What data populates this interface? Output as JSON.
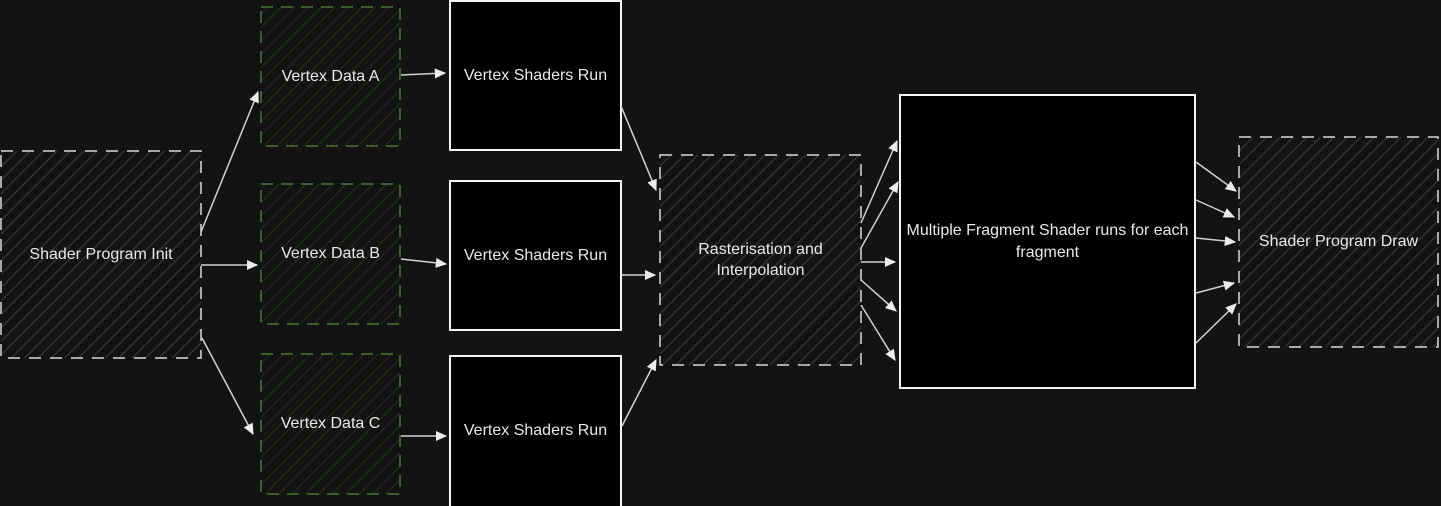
{
  "diagram": {
    "type": "flowchart",
    "background_color": "#131313",
    "text_color": "#e9e9e9",
    "colors": {
      "edge": "#d2d2d2",
      "dashed_border_light": "#d9d9d9",
      "dashed_border_green": "#487830",
      "hatch_light": "#3a3a3a",
      "hatch_green": "#1e3119",
      "solid_border": "#f5f5f5",
      "solid_fill": "#000000"
    },
    "nodes": {
      "shader_program_init": {
        "label": "Shader Program Init",
        "style": "dashed-hatched-light"
      },
      "vertex_data_a": {
        "label": "Vertex Data A",
        "style": "dashed-hatched-green"
      },
      "vertex_data_b": {
        "label": "Vertex Data B",
        "style": "dashed-hatched-green"
      },
      "vertex_data_c": {
        "label": "Vertex Data C",
        "style": "dashed-hatched-green"
      },
      "vertex_shaders_run_top": {
        "label": "Vertex Shaders Run",
        "style": "solid-black"
      },
      "vertex_shaders_run_middle": {
        "label": "Vertex Shaders Run",
        "style": "solid-black"
      },
      "vertex_shaders_run_bottom": {
        "label": "Vertex Shaders Run",
        "style": "solid-black"
      },
      "rasterisation": {
        "label": "Rasterisation and Interpolation",
        "style": "dashed-hatched-light"
      },
      "fragment_shader": {
        "label": "Multiple Fragment Shader runs for each fragment",
        "style": "solid-black"
      },
      "shader_program_draw": {
        "label": "Shader Program Draw",
        "style": "dashed-hatched-light"
      }
    },
    "edges": [
      {
        "from": "shader_program_init",
        "to": "vertex_data_a"
      },
      {
        "from": "shader_program_init",
        "to": "vertex_data_b"
      },
      {
        "from": "shader_program_init",
        "to": "vertex_data_c"
      },
      {
        "from": "vertex_data_a",
        "to": "vertex_shaders_run_top"
      },
      {
        "from": "vertex_data_b",
        "to": "vertex_shaders_run_middle"
      },
      {
        "from": "vertex_data_c",
        "to": "vertex_shaders_run_bottom"
      },
      {
        "from": "vertex_shaders_run_top",
        "to": "rasterisation"
      },
      {
        "from": "vertex_shaders_run_middle",
        "to": "rasterisation"
      },
      {
        "from": "vertex_shaders_run_bottom",
        "to": "rasterisation"
      },
      {
        "from": "rasterisation",
        "to": "fragment_shader",
        "count": 5
      },
      {
        "from": "fragment_shader",
        "to": "shader_program_draw",
        "count": 5
      }
    ]
  }
}
